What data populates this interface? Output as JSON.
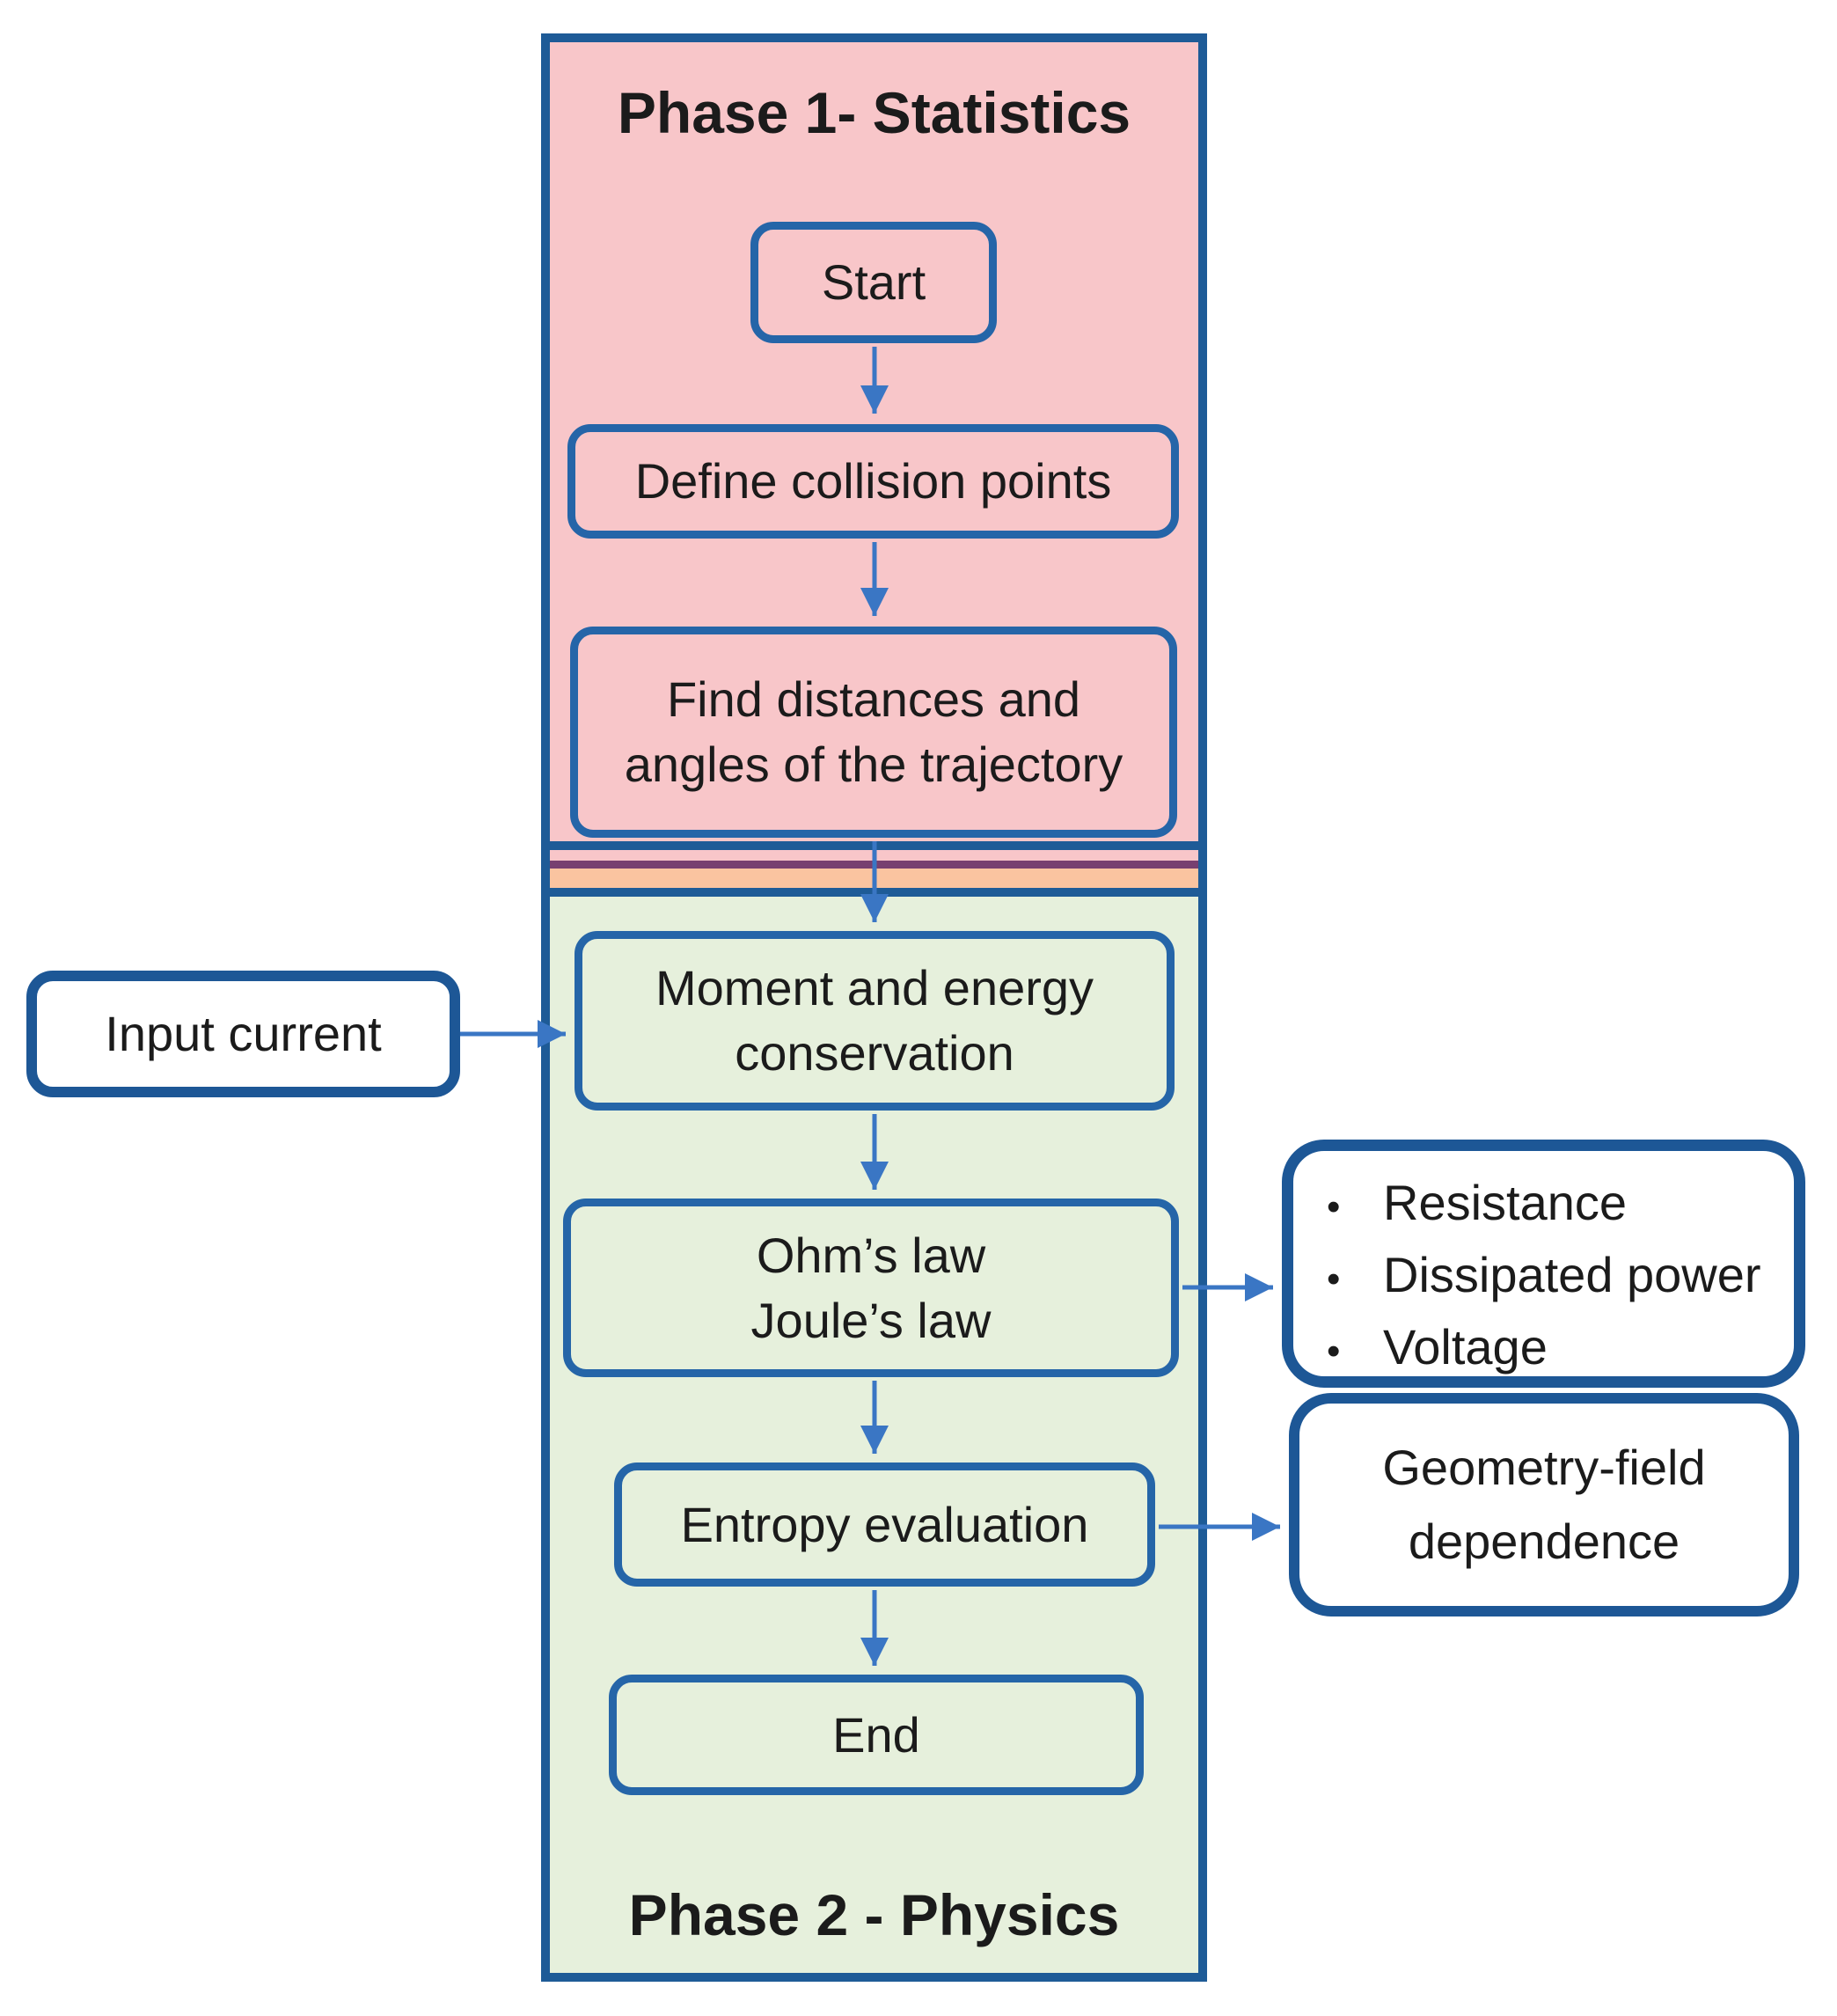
{
  "colors": {
    "page-bg": "#ffffff",
    "pink": "#f8c6c9",
    "peach": "#fac4a0",
    "purple": "#774070",
    "green": "#e6f0dc",
    "container-border": "#1e5b97",
    "node-border": "#2565a8",
    "side-border": "#1d5796",
    "arrow": "#3a76c4",
    "text": "#1b1b1b"
  },
  "phase1": {
    "title": "Phase 1- Statistics",
    "nodes": {
      "start": "Start",
      "define": "Define collision points",
      "find": "Find distances and angles of the trajectory"
    }
  },
  "phase2": {
    "title": "Phase 2 - Physics",
    "nodes": {
      "moment": "Moment and energy conservation",
      "ohm": {
        "line1": "Ohm’s law",
        "line2": "Joule’s law"
      },
      "entropy": "Entropy evaluation",
      "end": "End"
    }
  },
  "side": {
    "input": "Input current",
    "outputs": {
      "bullet": "•",
      "items": [
        "Resistance",
        "Dissipated power",
        "Voltage"
      ]
    },
    "geometry": {
      "line1": "Geometry-field",
      "line2": "dependence"
    }
  },
  "edges": [
    {
      "from": "start",
      "to": "define"
    },
    {
      "from": "define",
      "to": "find"
    },
    {
      "from": "find",
      "to": "moment"
    },
    {
      "from": "moment",
      "to": "ohm"
    },
    {
      "from": "ohm",
      "to": "entropy"
    },
    {
      "from": "entropy",
      "to": "end"
    },
    {
      "from": "input",
      "to": "moment"
    },
    {
      "from": "ohm",
      "to": "outputs"
    },
    {
      "from": "entropy",
      "to": "geometry"
    }
  ]
}
